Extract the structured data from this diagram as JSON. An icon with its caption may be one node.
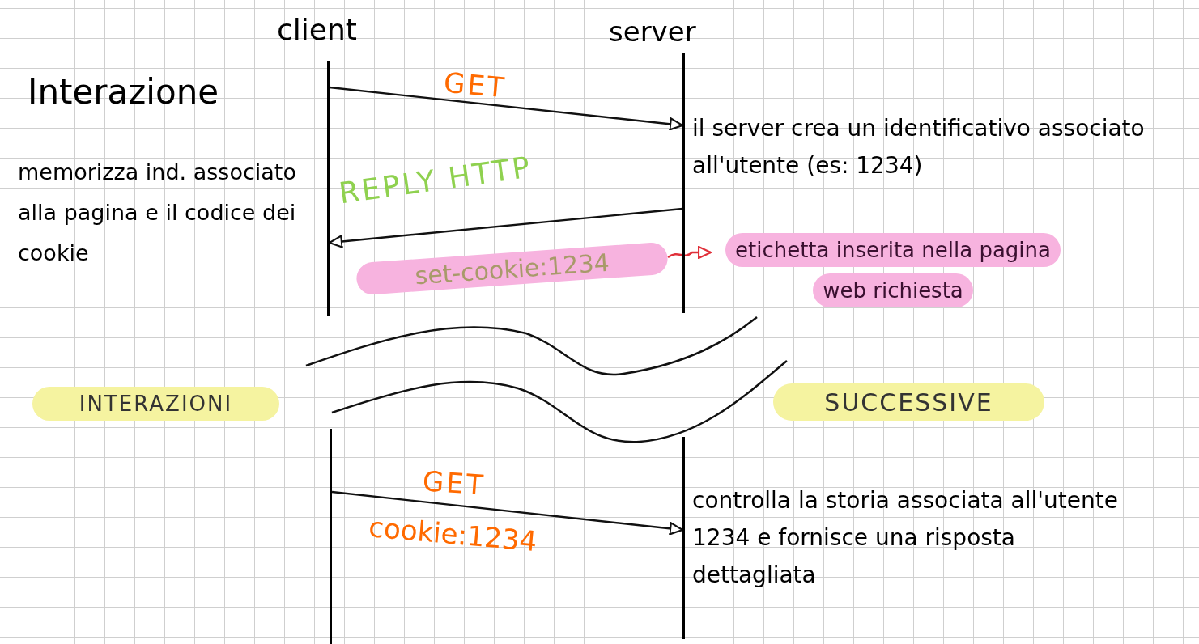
{
  "diagram": {
    "title": "Interazione",
    "nodes": [
      {
        "text": [
          "client"
        ]
      },
      {
        "text": [
          "server"
        ]
      },
      {
        "text": [],
        "shape": "bar"
      },
      {
        "text": [],
        "shape": "bar",
        "beside": [
          "il server crea un identificativo associato all'utente (es: 1234)"
        ]
      },
      {
        "text": [],
        "shape": "bar"
      },
      {
        "text": [],
        "shape": "bar",
        "beside": [
          "controlla la storia associata all'utente 1234 e fornisce una risposta dettagliata"
        ]
      },
      {
        "text": [
          "set-cookie:1234"
        ]
      },
      {
        "text": [
          "etichetta inserita nella pagina web richiesta"
        ]
      },
      {
        "text": [
          "INTERAZIONI"
        ]
      },
      {
        "text": [
          "SUCCESSIVE"
        ]
      }
    ],
    "edges": [
      {
        "from": 2,
        "to": 3,
        "arrow": "to",
        "label": "GET"
      },
      {
        "from": 3,
        "to": 2,
        "arrow": "to",
        "label": "REPLY HTTP"
      },
      {
        "from": 6,
        "to": 7,
        "arrow": "to",
        "color": "#e0303a"
      },
      {
        "from": 4,
        "to": 5,
        "arrow": "to",
        "label": "GET"
      }
    ],
    "labels": [
      "memorizza ind. associato alla pagina e il codice dei cookie",
      "cookie:1234"
    ]
  }
}
